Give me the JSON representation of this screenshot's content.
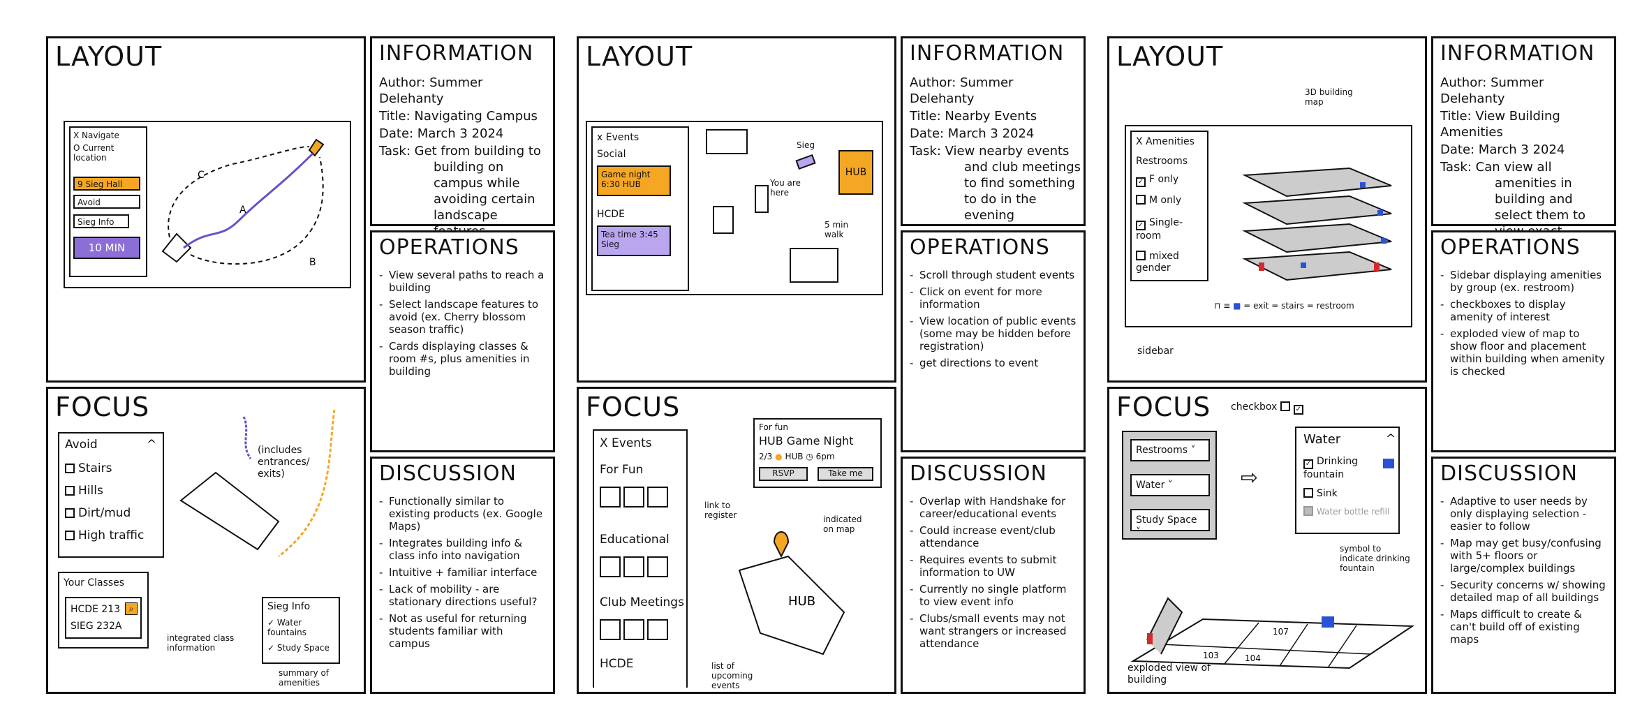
{
  "panel1": {
    "layout_title": "LAYOUT",
    "layout": {
      "nav_header": "X Navigate",
      "current_location": "O Current location",
      "sieg_hall": "9 Sieg Hall",
      "avoid": "Avoid",
      "sieg_info": "Sieg Info",
      "time": "10 MIN",
      "label_a": "A",
      "label_b": "B",
      "label_c": "C"
    },
    "info_title": "INFORMATION",
    "info": {
      "author": "Author: Summer Delehanty",
      "title": "Title: Navigating Campus",
      "date": "Date: March 3 2024",
      "task": "Task: Get from building to building on campus while avoiding certain landscape features"
    },
    "ops_title": "OPERATIONS",
    "ops": [
      "View several paths to reach a building",
      "Select landscape features to avoid (ex. Cherry blossom season traffic)",
      "Cards displaying classes & room #s, plus amenities in building"
    ],
    "focus_title": "FOCUS",
    "focus": {
      "avoid_header": "Avoid",
      "opt1": "Stairs",
      "opt2": "Hills",
      "opt3": "Dirt/mud",
      "opt4": "High traffic",
      "classes_header": "Your Classes",
      "class1": "HCDE 213",
      "class2": "SIEG 232A",
      "sieg_header": "Sieg Info",
      "sieg1": "Water fountains",
      "sieg2": "Study Space",
      "note_entrances": "(includes entrances/ exits)",
      "note_classes": "integrated class information",
      "note_summary": "summary of amenities"
    },
    "disc_title": "DISCUSSION",
    "disc": [
      "Functionally similar to existing products (ex. Google Maps)",
      "Integrates building info & class info into navigation",
      "Intuitive + familiar interface",
      "Lack of mobility - are stationary directions useful?",
      "Not as useful for returning students familiar with campus"
    ]
  },
  "panel2": {
    "layout_title": "LAYOUT",
    "layout": {
      "events_header": "x Events",
      "social": "Social",
      "game_night": "Game night 6:30 HUB",
      "hcde": "HCDE",
      "tea_time": "Tea time 3:45 Sieg",
      "sieg": "Sieg",
      "hub": "HUB",
      "you_are_here": "You are here",
      "walk": "5 min walk"
    },
    "info_title": "INFORMATION",
    "info": {
      "author": "Author: Summer Delehanty",
      "title": "Title: Nearby Events",
      "date": "Date: March 3 2024",
      "task": "Task: View nearby events and club meetings to find something to do in the evening"
    },
    "ops_title": "OPERATIONS",
    "ops": [
      "Scroll through student events",
      "Click on event for more information",
      "View location of public events (some may be hidden before registration)",
      "get directions to event"
    ],
    "focus_title": "FOCUS",
    "focus": {
      "events_header": "X Events",
      "for_fun": "For Fun",
      "educational": "Educational",
      "club_meetings": "Club Meetings",
      "hcde": "HCDE",
      "card_cat": "For fun",
      "card_title": "HUB Game Night",
      "card_count": "2/3",
      "card_loc": "HUB",
      "card_time": "6pm",
      "rsvp": "RSVP",
      "take_me": "Take me",
      "hub": "HUB",
      "note_register": "link to register",
      "note_indicated": "indicated on map",
      "note_list": "list of upcoming events"
    },
    "disc_title": "DISCUSSION",
    "disc": [
      "Overlap with Handshake for career/educational events",
      "Could increase event/club attendance",
      "Requires events to submit information to UW",
      "Currently no single platform to view event info",
      "Clubs/small events may not want strangers or increased attendance"
    ]
  },
  "panel3": {
    "layout_title": "LAYOUT",
    "layout": {
      "amenities_header": "X Amenities",
      "restrooms": "Restrooms",
      "f_only": "F only",
      "m_only": "M only",
      "single_room": "Single-room",
      "mixed_gender": "mixed gender",
      "map_label": "3D building map",
      "legend": "= exit  = stairs  = restroom",
      "sidebar": "sidebar"
    },
    "info_title": "INFORMATION",
    "info": {
      "author": "Author: Summer Delehanty",
      "title": "Title: View Building Amenities",
      "date": "Date: March 3 2024",
      "task": "Task: Can view all amenities in building and select them to view exact locations"
    },
    "ops_title": "OPERATIONS",
    "ops": [
      "Sidebar displaying amenities by group (ex. restroom)",
      "checkboxes to display amenity of interest",
      "exploded view of map to show floor and placement within building when amenity is checked"
    ],
    "focus_title": "FOCUS",
    "focus": {
      "checkbox_label": "checkbox",
      "restrooms": "Restrooms",
      "water": "Water",
      "study_space": "Study Space",
      "water_header": "Water",
      "drinking": "Drinking fountain",
      "sink": "Sink",
      "bottle": "Water bottle refill",
      "symbol_note": "symbol to indicate drinking fountain",
      "room_107": "107",
      "room_103": "103",
      "room_104": "104",
      "exploded_note": "exploded view of building"
    },
    "disc_title": "DISCUSSION",
    "disc": [
      "Adaptive to user needs by only displaying selection - easier to follow",
      "Map may get busy/confusing with 5+ floors or large/complex buildings",
      "Security concerns w/ showing detailed map of all buildings",
      "Maps difficult to create & can't build off of existing maps"
    ]
  }
}
